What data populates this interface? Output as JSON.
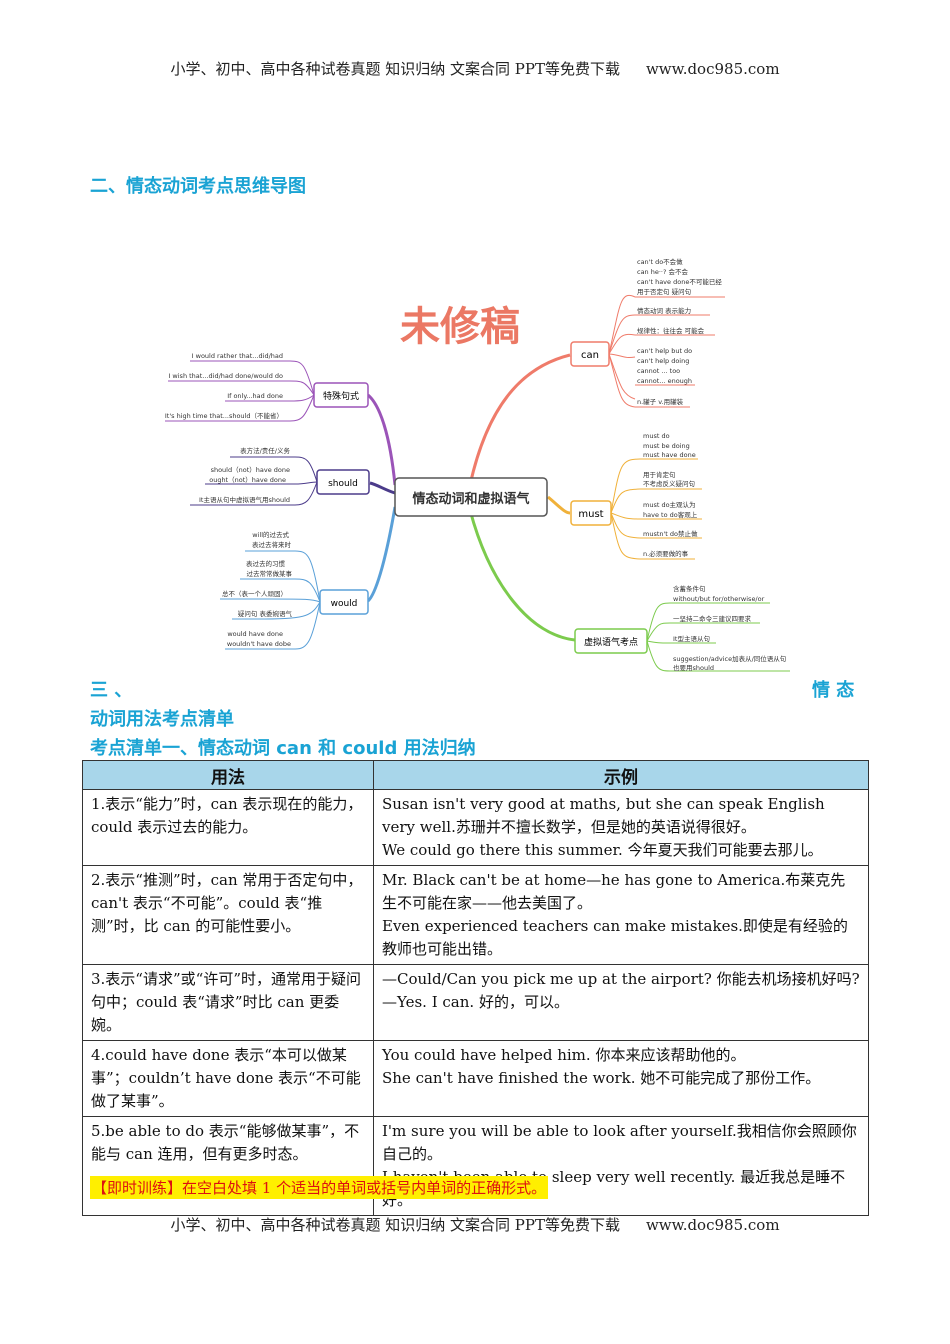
{
  "header": {
    "text": "小学、初中、高中各种试卷真题  知识归纳  文案合同  PPT等免费下载",
    "url": "www.doc985.com"
  },
  "footer": {
    "text": "小学、初中、高中各种试卷真题  知识归纳  文案合同  PPT等免费下载",
    "url": "www.doc985.com"
  },
  "section2_title": "二、情态动词考点思维导图",
  "mindmap": {
    "watermark": "未修稿",
    "center": "情态动词和虚拟语气",
    "can": {
      "label": "can",
      "leaves": [
        "can't do不会做",
        "can he··? 会不会",
        "can't have done不可能已经",
        "用于否定句 疑问句",
        "情态动词 表示能力",
        "规律性：往往会 可能会",
        "can't help but do",
        "can't help doing",
        "cannot ... too",
        "cannot... enough",
        "n.罐子 v.用罐装"
      ]
    },
    "must": {
      "label": "must",
      "leaves": [
        "must do",
        "must be doing",
        "must have done",
        "用于肯定句",
        "不考虑反义疑问句",
        "must do主观认为",
        "have to do客观上",
        "mustn't do禁止做",
        "n.必须要做的事"
      ]
    },
    "subj": {
      "label": "虚拟语气考点",
      "leaves": [
        "含蓄条件句",
        "without/but for/otherwise/or",
        "一坚持二命令三建议四要求",
        "It型主语从句",
        "suggestion/advice加表从/同位语从句",
        "也要用should"
      ]
    },
    "special": {
      "label": "特殊句式",
      "leaves": [
        "I would rather that...did/had",
        "I wish that...did/had done/would do",
        "If only...had done",
        "It's high time that...should（不能省）"
      ]
    },
    "should": {
      "label": "should",
      "leaves": [
        "表方法/责任/义务",
        "should（not）have done",
        "ought（not）have done",
        "It主语从句中虚拟语气用should"
      ]
    },
    "would": {
      "label": "would",
      "leaves": [
        "will的过去式",
        "表过去将来时",
        "表过去的习惯",
        "过去常常做某事",
        "总不（表一个人顽固）",
        "疑问句 表委婉语气",
        "would have done",
        "wouldn't have dobe"
      ]
    }
  },
  "section3": {
    "prefix": "三 、",
    "suffix": "情 态",
    "line2": "动词用法考点清单",
    "subtitle": "考点清单一、情态动词 can 和 could 用法归纳"
  },
  "table": {
    "headers": [
      "用法",
      "示例"
    ],
    "rows": [
      {
        "usage": "1.表示“能力”时，can 表示现在的能力，could 表示过去的能力。",
        "examples": [
          "Susan isn't very good at maths, but she can speak English very well.苏珊并不擅长数学，但是她的英语说得很好。",
          "We could go there this summer. 今年夏天我们可能要去那儿。"
        ]
      },
      {
        "usage": "2.表示“推测”时，can 常用于否定句中，can't 表示“不可能”。could 表“推测”时，比 can 的可能性要小。",
        "examples": [
          "Mr. Black can't be at home—he has gone to America.布莱克先生不可能在家——他去美国了。",
          "Even experienced teachers can make mistakes.即使是有经验的教师也可能出错。"
        ]
      },
      {
        "usage": "3.表示“请求”或“许可”时，通常用于疑问句中；could 表“请求”时比 can 更委婉。",
        "examples": [
          "—Could/Can you pick me up at the airport? 你能去机场接机好吗?",
          "—Yes. I can. 好的，可以。"
        ]
      },
      {
        "usage": "4.could have done 表示“本可以做某事”；couldn’t have done 表示“不可能做了某事”。",
        "examples": [
          "You could have helped him. 你本来应该帮助他的。",
          "She can't have finished the work. 她不可能完成了那份工作。"
        ]
      },
      {
        "usage": "5.be able to do 表示“能够做某事”，不能与 can 连用，但有更多时态。",
        "examples": [
          "I'm sure you will be able to look after yourself.我相信你会照顾你自己的。",
          "I haven't been able to sleep very well recently. 最近我总是睡不好。"
        ]
      }
    ]
  },
  "training": "【即时训练】在空白处填 1 个适当的单词或括号内单词的正确形式。"
}
